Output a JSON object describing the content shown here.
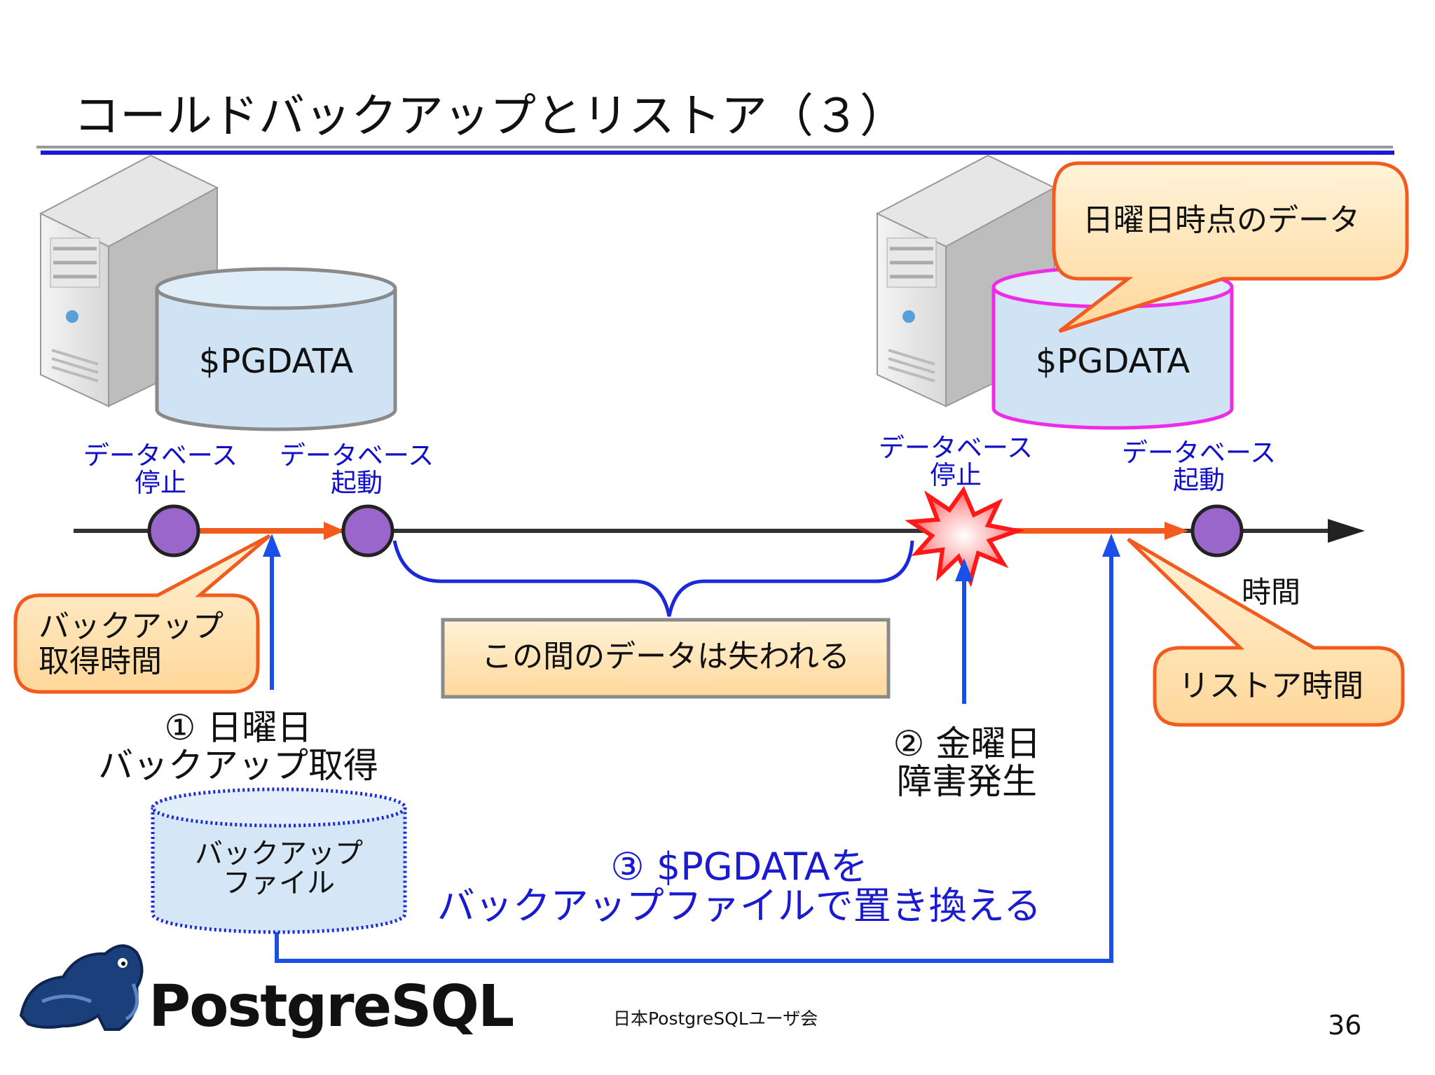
{
  "title": "コールドバックアップとリストア（３）",
  "left_db_label": "$PGDATA",
  "right_db_label": "$PGDATA",
  "sunday_data_callout": "日曜日時点のデータ",
  "timeline": {
    "events": [
      {
        "line1": "データベース",
        "line2": "停止"
      },
      {
        "line1": "データベース",
        "line2": "起動"
      },
      {
        "line1": "データベース",
        "line2": "停止"
      },
      {
        "line1": "データベース",
        "line2": "起動"
      }
    ],
    "time_label": "時間"
  },
  "backup_time_callout": {
    "line1": "バックアップ",
    "line2": "取得時間"
  },
  "lost_data_box": "この間のデータは失われる",
  "restore_time_callout": "リストア時間",
  "step1": {
    "line1": "① 日曜日",
    "line2": "バックアップ取得"
  },
  "step2": {
    "line1": "② 金曜日",
    "line2": "障害発生"
  },
  "backup_file": {
    "line1": "バックアップ",
    "line2": "ファイル"
  },
  "step3": {
    "line1": "③ $PGDATAを",
    "line2": "バックアップファイルで置き換える"
  },
  "logo_text": "PostgreSQL",
  "footer_org": "日本PostgreSQLユーザ会",
  "page_number": "36",
  "colors": {
    "accent_blue": "#1010c8",
    "arrow_blue": "#1a4fe8",
    "orange": "#f25a1e",
    "magenta": "#ee2ce8",
    "event_purple": "#9a66cc",
    "cylinder_fill": "#cfe3f4"
  }
}
